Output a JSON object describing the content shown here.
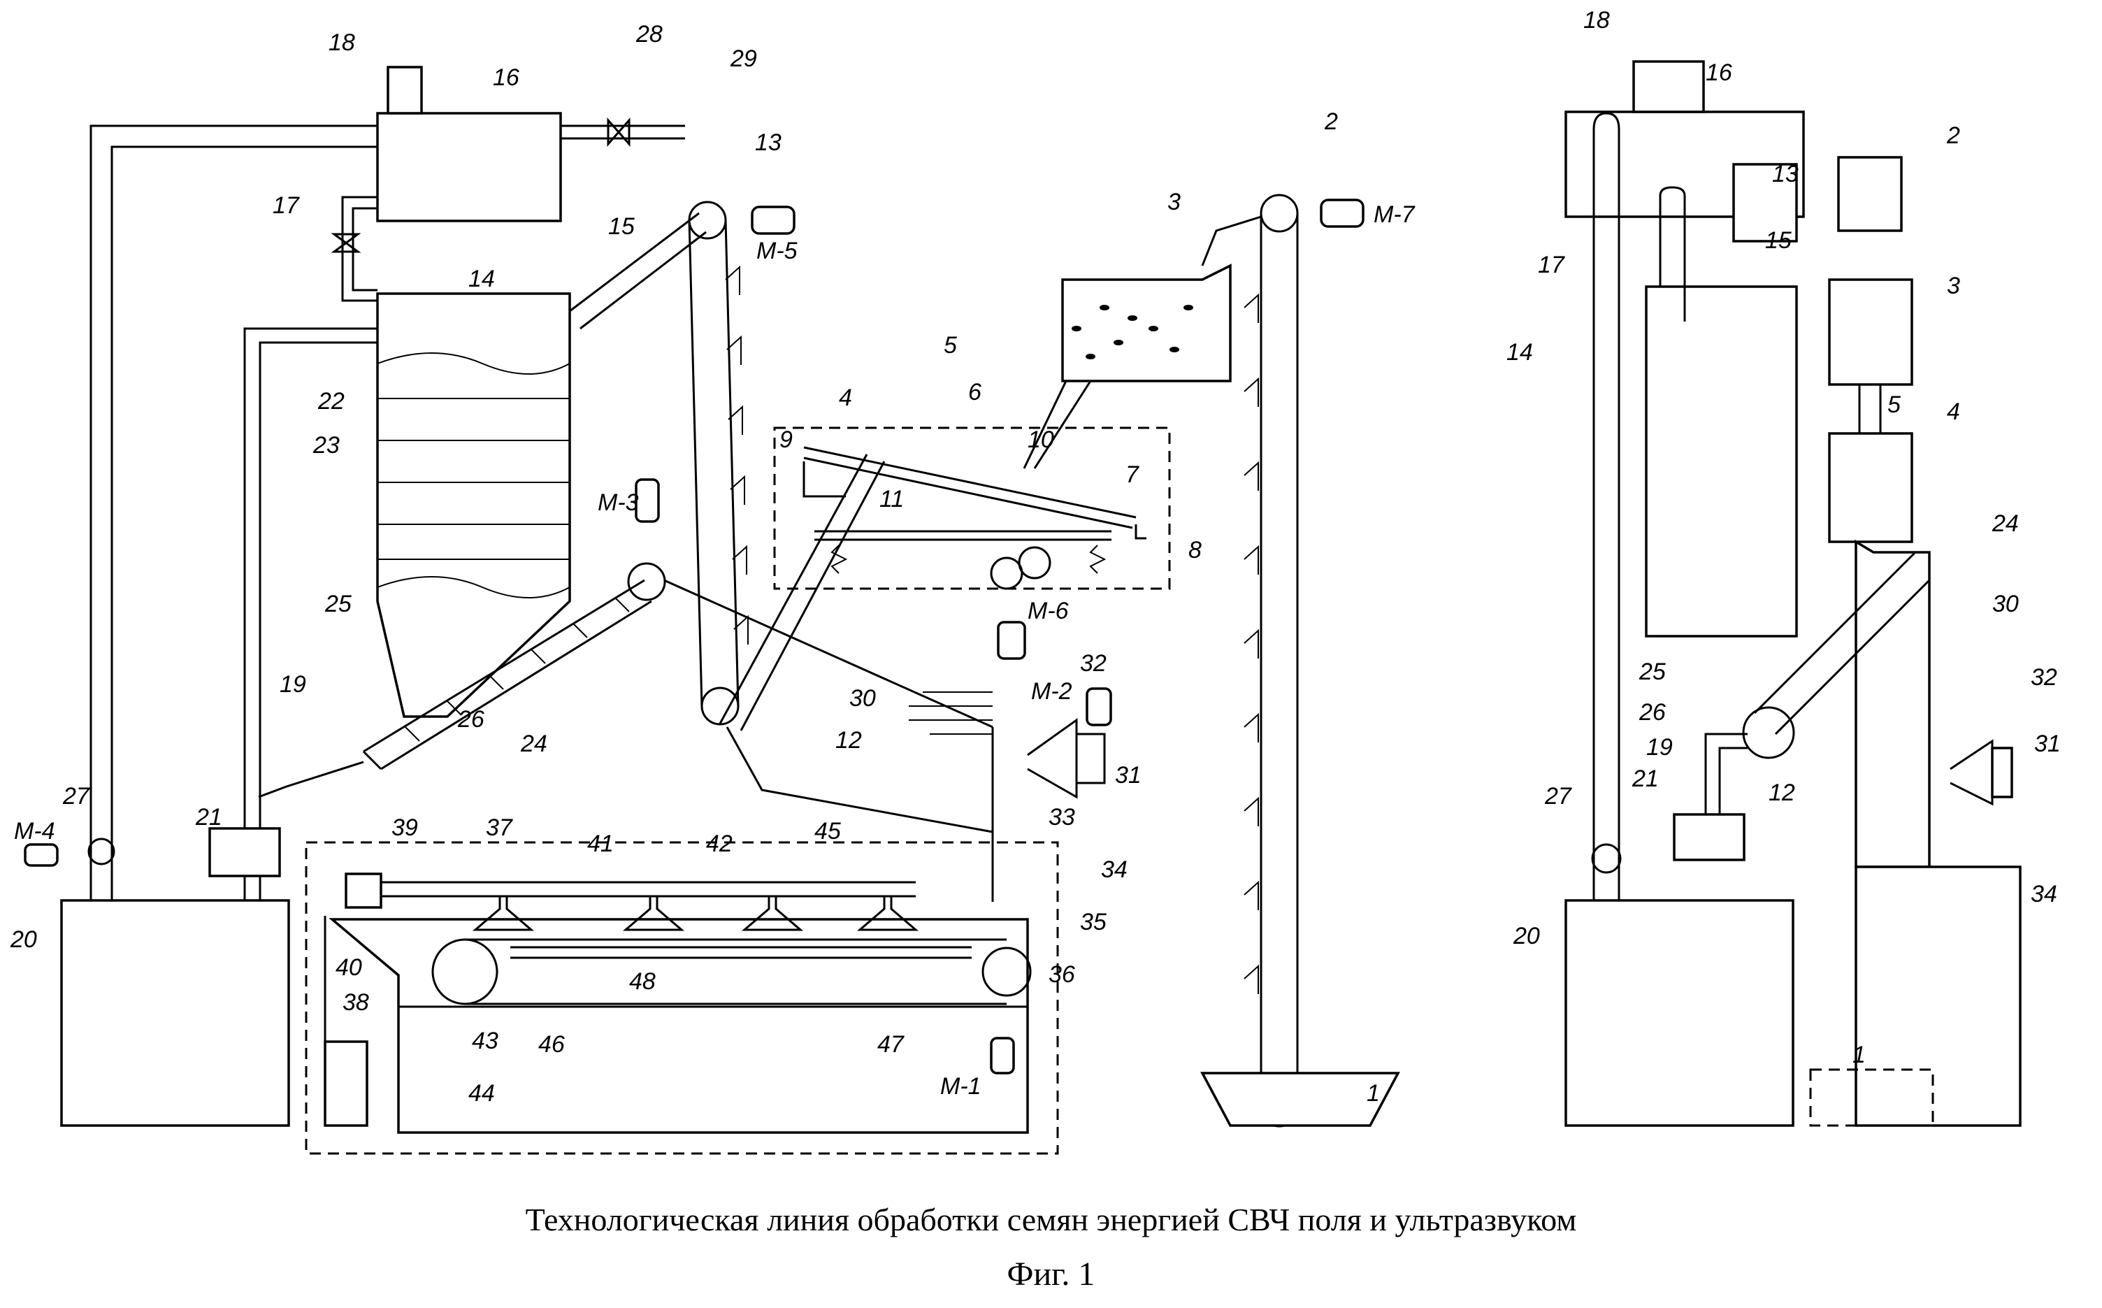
{
  "caption": "Технологическая линия обработки семян энергией СВЧ поля и ультразвуком",
  "figure_label": "Фиг. 1",
  "left_view": {
    "labels": [
      "1",
      "2",
      "3",
      "4",
      "5",
      "6",
      "7",
      "8",
      "9",
      "10",
      "11",
      "12",
      "13",
      "14",
      "15",
      "16",
      "17",
      "18",
      "19",
      "20",
      "21",
      "22",
      "23",
      "24",
      "25",
      "26",
      "27",
      "28",
      "29",
      "30",
      "31",
      "32",
      "33",
      "34",
      "35",
      "36",
      "37",
      "38",
      "39",
      "40",
      "41",
      "42",
      "43",
      "44",
      "45",
      "46",
      "47",
      "48"
    ],
    "motors": [
      "M-1",
      "M-2",
      "M-3",
      "M-4",
      "M-5",
      "M-6",
      "M-7"
    ]
  },
  "right_view": {
    "labels": [
      "1",
      "2",
      "3",
      "4",
      "5",
      "12",
      "13",
      "14",
      "15",
      "16",
      "17",
      "18",
      "19",
      "20",
      "21",
      "24",
      "25",
      "26",
      "27",
      "30",
      "31",
      "32",
      "34"
    ]
  }
}
